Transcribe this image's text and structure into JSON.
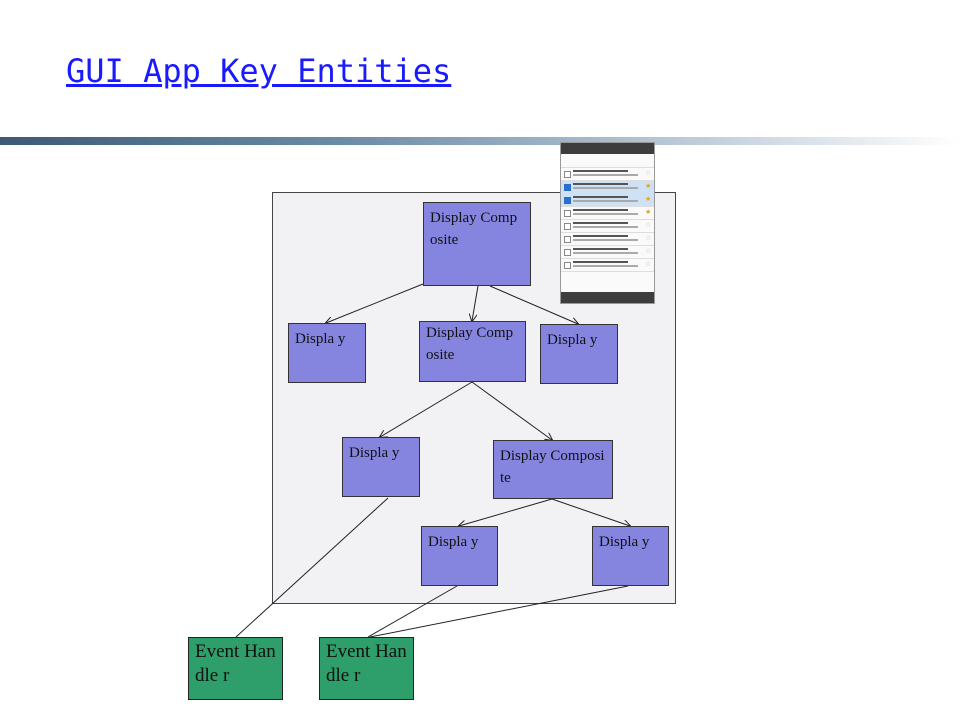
{
  "slide": {
    "title": "GUI App Key Entities"
  },
  "nodes": {
    "composite_top": "Display Composite",
    "composite_mid": "Display Composite",
    "composite_low": "Display Composite",
    "display_l1_left": "Displa y",
    "display_l1_right": "Displa y",
    "display_l2_left": "Displa y",
    "display_l3_left": "Displa y",
    "display_l3_right": "Displa y"
  },
  "handlers": {
    "left": "Event Handle r",
    "right": "Event Handle r"
  },
  "colors": {
    "title": "#1a1aff",
    "display_box": "#8585e0",
    "handler_box": "#2e9e6a",
    "panel": "#f2f2f4"
  },
  "icons": {
    "phone": "mail-app-screenshot"
  }
}
